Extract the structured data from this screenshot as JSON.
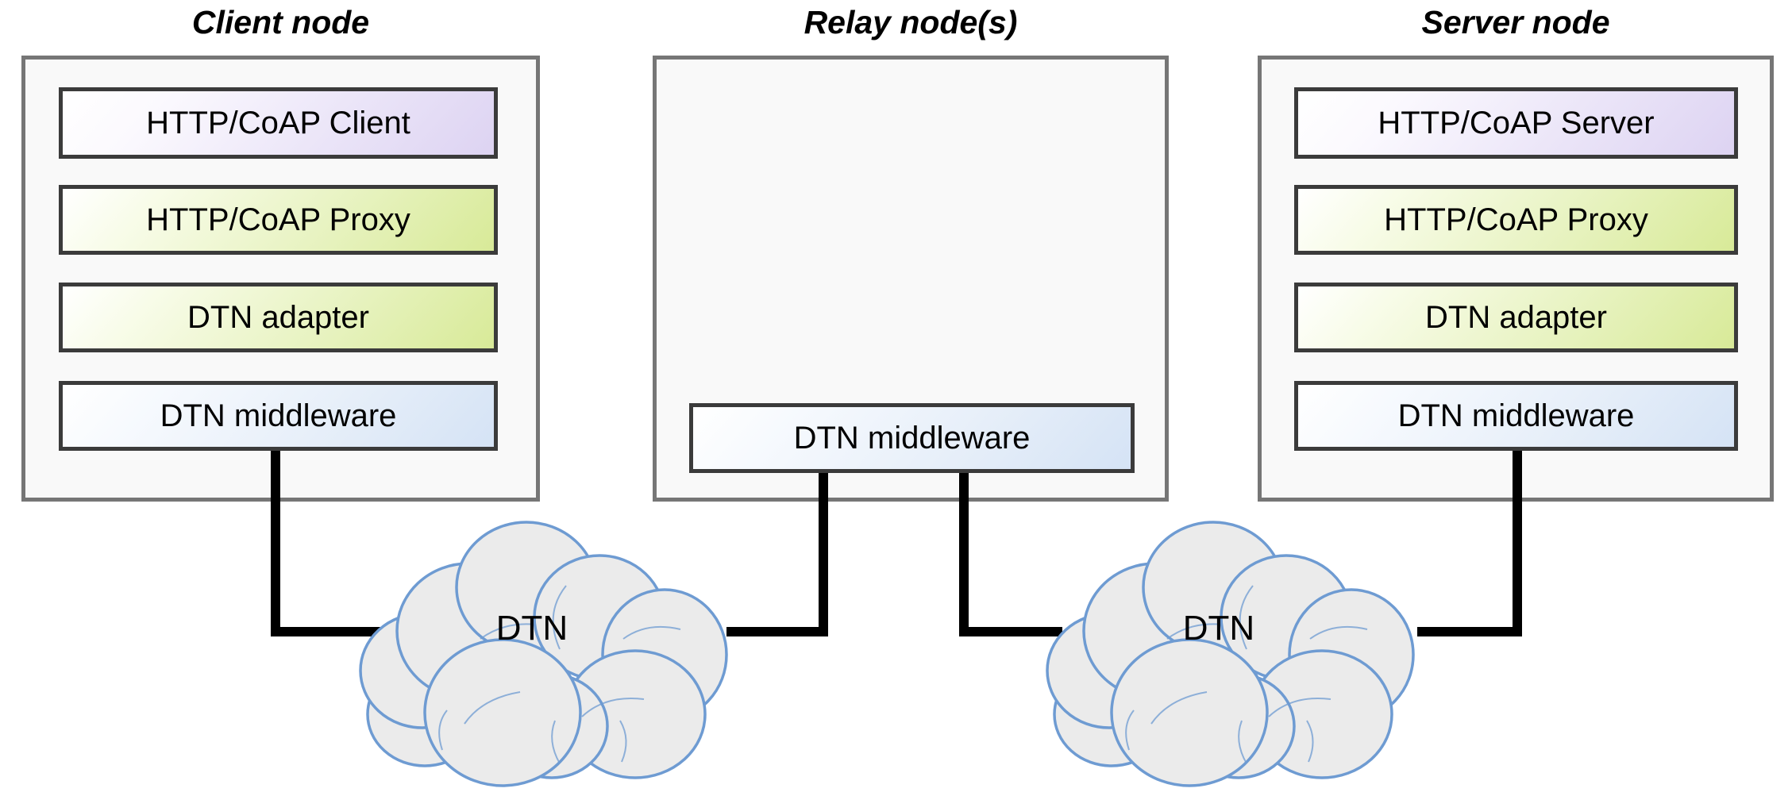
{
  "diagram": {
    "title_client": "Client node",
    "title_relay": "Relay node(s)",
    "title_server": "Server node",
    "nodes": [
      {
        "id": "client",
        "title": "Client node",
        "layers": [
          {
            "label": "HTTP/CoAP Client",
            "color": "purple"
          },
          {
            "label": "HTTP/CoAP Proxy",
            "color": "green"
          },
          {
            "label": "DTN adapter",
            "color": "green"
          },
          {
            "label": "DTN middleware",
            "color": "blue"
          }
        ]
      },
      {
        "id": "relay",
        "title": "Relay node(s)",
        "layers": [
          {
            "label": "DTN middleware",
            "color": "blue"
          }
        ]
      },
      {
        "id": "server",
        "title": "Server node",
        "layers": [
          {
            "label": "HTTP/CoAP Server",
            "color": "purple"
          },
          {
            "label": "HTTP/CoAP Proxy",
            "color": "green"
          },
          {
            "label": "DTN adapter",
            "color": "green"
          },
          {
            "label": "DTN middleware",
            "color": "blue"
          }
        ]
      }
    ],
    "clouds": [
      {
        "id": "cloud-left",
        "label": "DTN"
      },
      {
        "id": "cloud-right",
        "label": "DTN"
      }
    ],
    "colors": {
      "purple_fill": "#ddd3f2",
      "green_fill": "#d8ea98",
      "blue_fill": "#d5e3f5",
      "layer_border": "#3b3b3b",
      "node_border": "#767676",
      "node_fill": "#f9f9f9",
      "cloud_fill": "#ebebeb",
      "cloud_stroke": "#6e9bd2",
      "connector": "#000000",
      "background": "#ffffff"
    }
  }
}
